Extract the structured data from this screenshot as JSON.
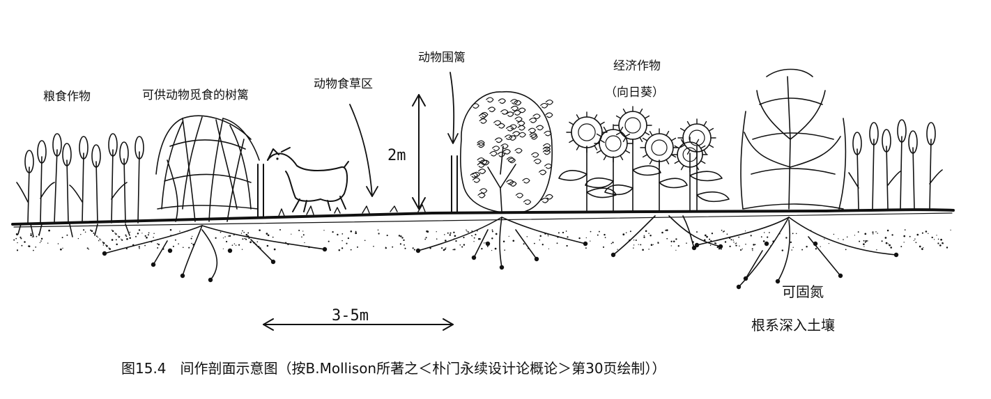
{
  "labels": {
    "grain": "粮食作物",
    "hedge": "可供动物觅食的树篱",
    "grazing": "动物食草区",
    "fence": "动物围篱",
    "cash_crop_line1": "经济作物",
    "cash_crop_line2": "（向日葵）",
    "height": "2m",
    "spacing": "3-5m",
    "nitrogen_line1": "可固氮",
    "nitrogen_line2": "根系深入土壤"
  },
  "caption": "图15.4　间作剖面示意图（按B.Mollison所著之＜朴门永续设计论概论＞第30页绘制））"
}
